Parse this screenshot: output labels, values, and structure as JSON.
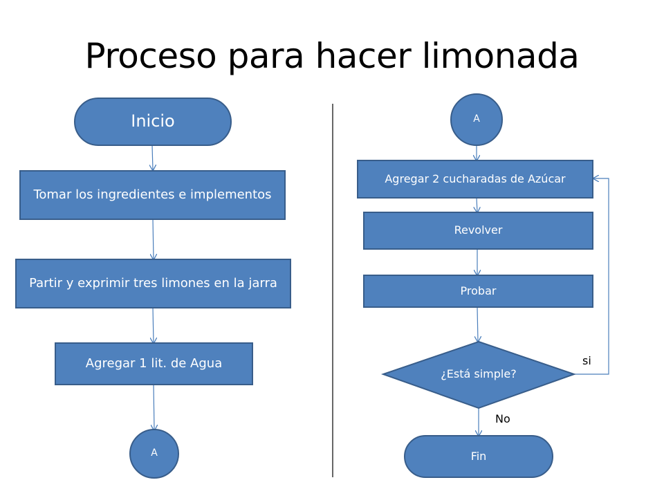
{
  "title": "Proceso para hacer limonada",
  "colors": {
    "node_fill": "#4f81bd",
    "node_stroke": "#385d8a",
    "connector": "#4a7ebb",
    "divider": "#000000"
  },
  "left": {
    "start": "Inicio",
    "step1": "Tomar los ingredientes e implementos",
    "step2": "Partir y exprimir tres limones en la jarra",
    "step3": "Agregar 1 lit. de Agua",
    "connector": "A"
  },
  "right": {
    "connector": "A",
    "step1": "Agregar 2 cucharadas de Azúcar",
    "step2": "Revolver",
    "step3": "Probar",
    "decision": "¿Está simple?",
    "yes_label": "si",
    "no_label": "No",
    "end": "Fin"
  }
}
